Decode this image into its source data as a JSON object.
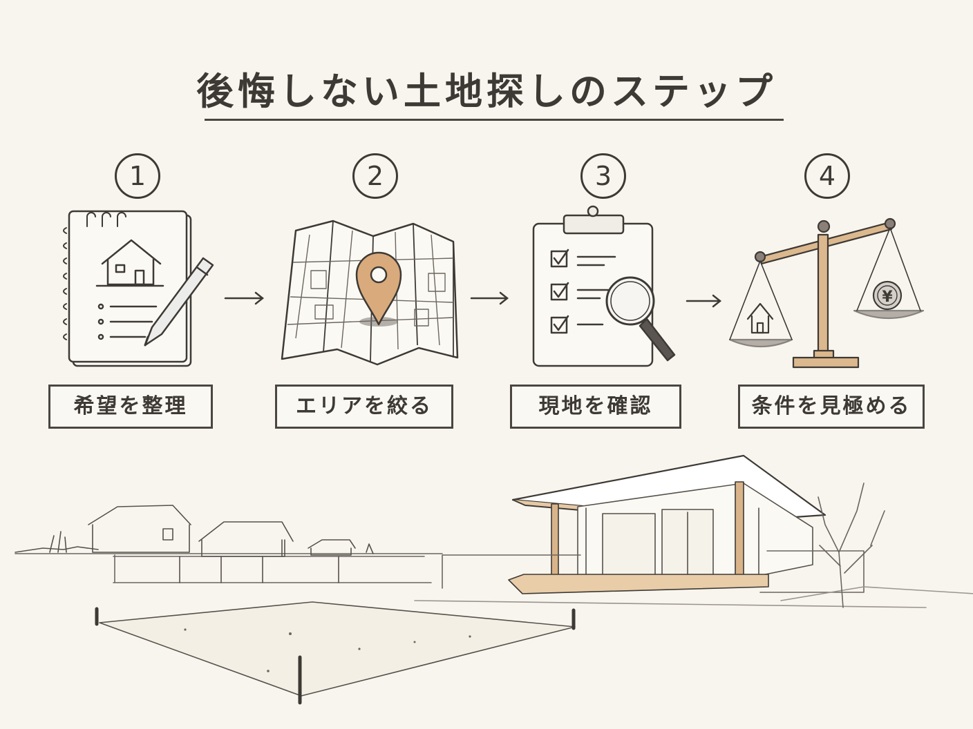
{
  "title": "後悔しない土地探しのステップ",
  "steps": [
    {
      "number": "1",
      "label": "希望を整理",
      "icon": "notebook-pencil-icon"
    },
    {
      "number": "2",
      "label": "エリアを絞る",
      "icon": "map-pin-icon"
    },
    {
      "number": "3",
      "label": "現地を確認",
      "icon": "clipboard-magnifier-icon"
    },
    {
      "number": "4",
      "label": "条件を見極める",
      "icon": "balance-scale-icon"
    }
  ],
  "scale_symbol": "¥",
  "colors": {
    "background": "#f8f5ee",
    "ink": "#3d3935",
    "wood": "#d9b48a",
    "pin": "#d9aa7c"
  }
}
